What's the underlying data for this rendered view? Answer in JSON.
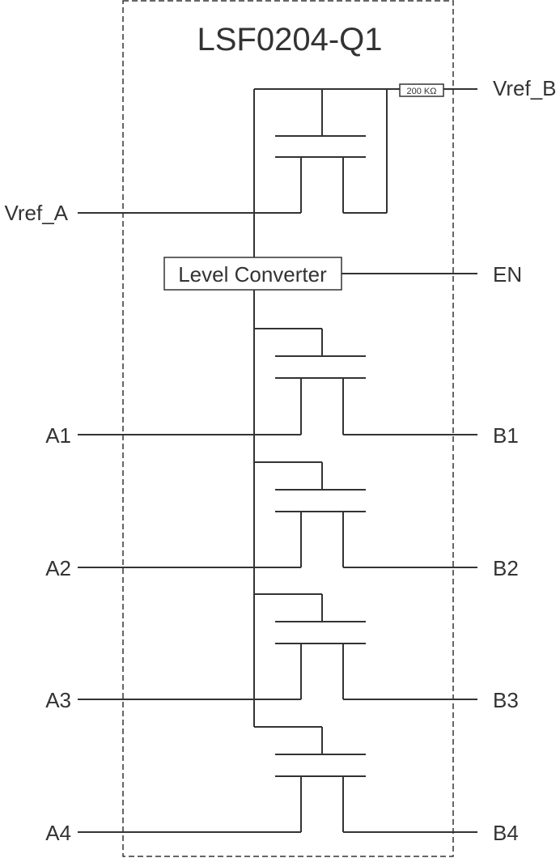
{
  "title": "LSF0204-Q1",
  "resistor_label": "200 KΩ",
  "level_converter_label": "Level Converter",
  "pins": {
    "vref_a": "Vref_A",
    "vref_b": "Vref_B",
    "en": "EN",
    "a1": "A1",
    "a2": "A2",
    "a3": "A3",
    "a4": "A4",
    "b1": "B1",
    "b2": "B2",
    "b3": "B3",
    "b4": "B4"
  }
}
